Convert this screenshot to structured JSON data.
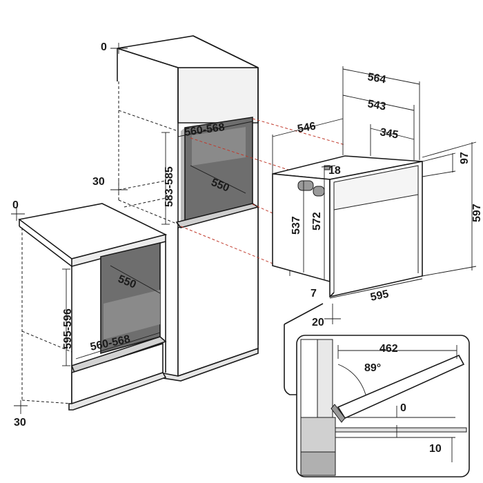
{
  "diagram": {
    "column": {
      "top_clearance": "0",
      "side_offset": "30",
      "niche_width": "560-568",
      "niche_height": "583-585",
      "niche_depth": "550"
    },
    "under_counter": {
      "top_clearance": "0",
      "bottom_offset": "30",
      "niche_height": "595-596",
      "niche_width": "560-568",
      "niche_depth": "550"
    },
    "oven": {
      "overall_depth": "564",
      "body_depth": "543",
      "side_depth": "546",
      "rear_offset": "345",
      "top_gap": "18",
      "top_height": "97",
      "total_height": "597",
      "body_height": "537",
      "front_height": "572",
      "width": "595",
      "bottom_gap": "7",
      "bottom_offset": "20"
    },
    "door_detail": {
      "door_width": "462",
      "opening_angle": "89°",
      "clearance_top": "0",
      "clearance_bottom": "10"
    }
  }
}
